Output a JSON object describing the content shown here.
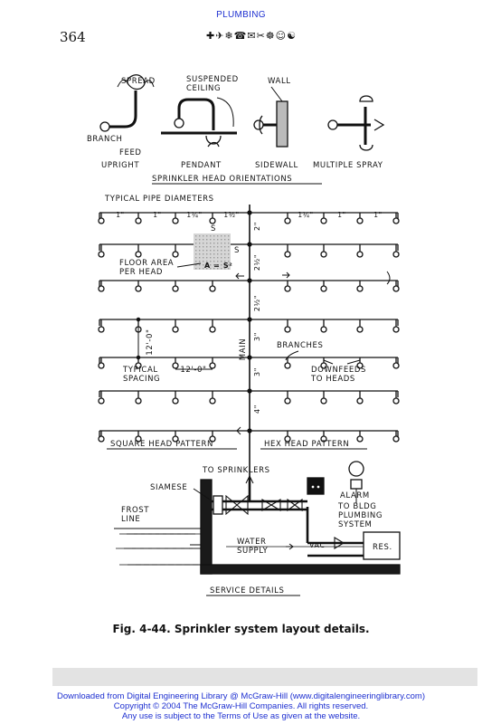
{
  "header": {
    "title": "PLUMBING",
    "page_number": "364",
    "glyph_strip": "✚✈❄☎✉✂☸☺☯"
  },
  "orientations": {
    "spread": "SPREAD",
    "suspended_ceiling": "SUSPENDED\nCEILING",
    "wall": "WALL",
    "branch": "BRANCH",
    "feed": "FEED",
    "upright": "UPRIGHT",
    "pendant": "PENDANT",
    "sidewall": "SIDEWALL",
    "multiple_spray": "MULTIPLE SPRAY",
    "title": "SPRINKLER HEAD ORIENTATIONS"
  },
  "layout": {
    "typical_pipe_diameters": "TYPICAL PIPE DIAMETERS",
    "left_sizes": [
      "1\"",
      "1\"",
      "1¼\"",
      "1½\""
    ],
    "right_sizes": [
      "1¼\"",
      "1\"",
      "1\""
    ],
    "main_sizes": [
      "2\"",
      "2½\"",
      "2½\"",
      "3\"",
      "3\"",
      "4\""
    ],
    "s_top": "S",
    "s_side": "S",
    "area_formula": "A = S²",
    "floor_area": "FLOOR AREA\nPER HEAD",
    "spacing_vertical": "12'-0\"",
    "main": "MAIN",
    "branches": "BRANCHES",
    "typical_spacing": "TYPICAL\nSPACING",
    "spacing_horizontal": "12'-0\"",
    "downfeeds": "DOWNFEEDS\nTO HEADS",
    "square_pattern": "SQUARE HEAD PATTERN",
    "hex_pattern": "HEX HEAD PATTERN"
  },
  "service": {
    "to_sprinklers": "TO SPRINKLERS",
    "siamese": "SIAMESE",
    "frost_line": "FROST\nLINE",
    "alarm": "ALARM",
    "to_bldg": "TO BLDG\nPLUMBING\nSYSTEM",
    "water_supply": "WATER\nSUPPLY",
    "vac": "VAC",
    "res": "RES.",
    "title": "SERVICE DETAILS"
  },
  "caption": "Fig. 4-44.  Sprinkler system layout details.",
  "footer": {
    "line1": "Downloaded from Digital Engineering Library @ McGraw-Hill (www.digitalengineeringlibrary.com)",
    "line2": "Copyright © 2004 The McGraw-Hill Companies. All rights reserved.",
    "line3": "Any use is subject to the Terms of Use as given at the website."
  }
}
